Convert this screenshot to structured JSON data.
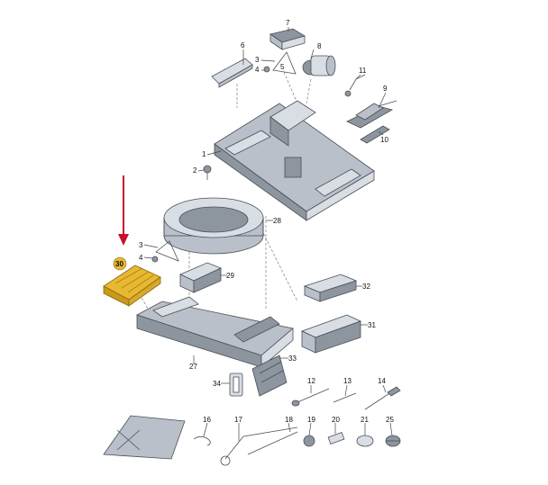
{
  "colors": {
    "highlight": "#e8b830",
    "arrow": "#c8102e",
    "part_fill": "#b9c0c9",
    "part_stroke": "#4a4f57"
  },
  "callouts": {
    "c1": "1",
    "c2": "2",
    "c3": "3",
    "c4": "4",
    "c5": "5",
    "c6": "6",
    "c7": "7",
    "c8": "8",
    "c9": "9",
    "c10": "10",
    "c11": "11",
    "c3b": "3",
    "c4b": "4",
    "c12": "12",
    "c13": "13",
    "c14": "14",
    "c16": "16",
    "c17": "17",
    "c18": "18",
    "c19": "19",
    "c20": "20",
    "c21": "21",
    "c25": "25",
    "c27": "27",
    "c28": "28",
    "c29": "29",
    "c30": "30",
    "c31": "31",
    "c32": "32",
    "c33": "33",
    "c34": "34"
  },
  "icons": {
    "arrow": "arrow-down-icon"
  }
}
